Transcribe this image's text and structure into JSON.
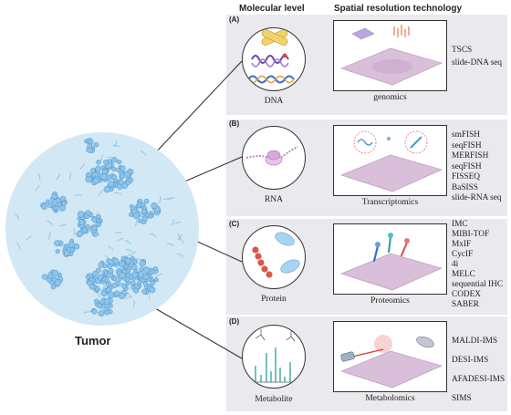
{
  "headers": {
    "molecular": "Molecular level",
    "spatial": "Spatial resolution technology"
  },
  "tumor_label": "Tumor",
  "panels": [
    {
      "label": "(A)",
      "molecule": "DNA",
      "omics": "genomics",
      "techniques": [
        "TSCS",
        "slide-DNA seq"
      ]
    },
    {
      "label": "(B)",
      "molecule": "RNA",
      "omics": "Transcriptomics",
      "techniques": [
        "smFISH",
        "seqFISH",
        "MERFISH",
        "seqFISH",
        "FISSEQ",
        "BaSISS",
        "slide-RNA seq"
      ]
    },
    {
      "label": "(C)",
      "molecule": "Protein",
      "omics": "Proteomics",
      "techniques": [
        "IMC",
        "MIBI-TOF",
        "MxIF",
        "CycIF",
        "4i",
        "MELC",
        "sequential IHC",
        "CODEX",
        "SABER"
      ]
    },
    {
      "label": "(D)",
      "molecule": "Metabolite",
      "omics": "Metabolomics",
      "techniques": [
        "MALDI-IMS",
        "DESI-IMS",
        "AFADESI-IMS",
        "SIMS"
      ]
    }
  ],
  "colors": {
    "panel_bg": "#e9e9ee",
    "tumor_bg": "#d2e8f5",
    "cell_blue": "#8cc4ea",
    "tissue_pink": "#d9bfd9"
  }
}
